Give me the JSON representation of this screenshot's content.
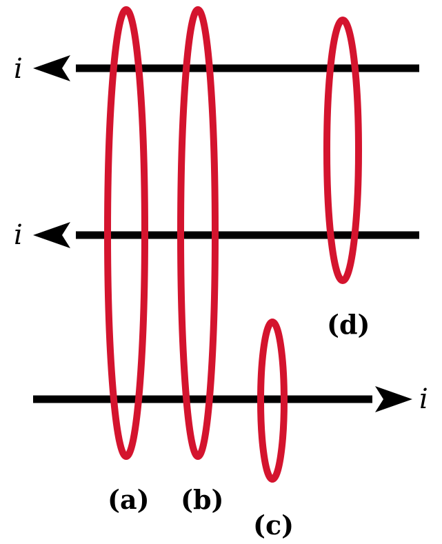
{
  "wires": [
    {
      "id": "top",
      "current_label": "i",
      "direction": "left"
    },
    {
      "id": "middle",
      "current_label": "i",
      "direction": "left"
    },
    {
      "id": "bottom",
      "current_label": "i",
      "direction": "right"
    }
  ],
  "loops": [
    {
      "id": "a",
      "label": "(a)"
    },
    {
      "id": "b",
      "label": "(b)"
    },
    {
      "id": "c",
      "label": "(c)"
    },
    {
      "id": "d",
      "label": "(d)"
    }
  ],
  "colors": {
    "wire": "#000000",
    "loop": "#d4142e"
  }
}
